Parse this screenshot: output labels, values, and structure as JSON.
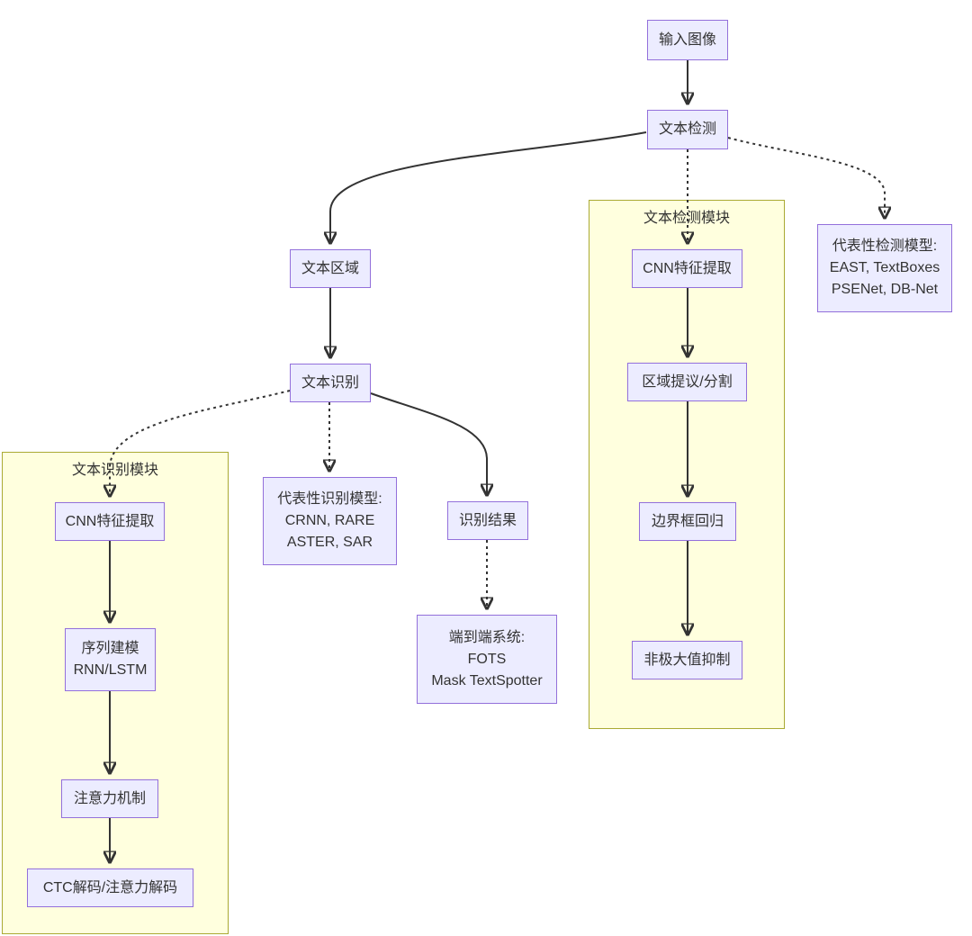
{
  "diagram": {
    "type": "flowchart",
    "language": "zh",
    "topic": "OCR text detection and recognition pipeline",
    "colors": {
      "node_fill": "#ECECFF",
      "node_border": "#9370DB",
      "subgraph_fill": "#FFFFDE",
      "subgraph_border": "#AAAA33",
      "edge": "#333333",
      "text": "#333333",
      "background": "#FFFFFF"
    },
    "subgraphs": {
      "detection_module": {
        "title": "文本检测模块"
      },
      "recognition_module": {
        "title": "文本识别模块"
      }
    },
    "nodes": {
      "input_image": {
        "label": "输入图像"
      },
      "text_detection": {
        "label": "文本检测"
      },
      "text_region": {
        "label": "文本区域"
      },
      "text_recognition": {
        "label": "文本识别"
      },
      "detection_models": {
        "label": "代表性检测模型:\nEAST, TextBoxes\nPSENet, DB-Net"
      },
      "det_cnn": {
        "label": "CNN特征提取"
      },
      "det_region_proposal": {
        "label": "区域提议/分割"
      },
      "det_bbox_regression": {
        "label": "边界框回归"
      },
      "det_nms": {
        "label": "非极大值抑制"
      },
      "recognition_models": {
        "label": "代表性识别模型:\nCRNN, RARE\nASTER, SAR"
      },
      "recognition_result": {
        "label": "识别结果"
      },
      "end_to_end": {
        "label": "端到端系统:\nFOTS\nMask TextSpotter"
      },
      "rec_cnn": {
        "label": "CNN特征提取"
      },
      "rec_sequence": {
        "label": "序列建模\nRNN/LSTM"
      },
      "rec_attention": {
        "label": "注意力机制"
      },
      "rec_ctc": {
        "label": "CTC解码/注意力解码"
      }
    },
    "edges": [
      {
        "from": "input_image",
        "to": "text_detection",
        "style": "solid"
      },
      {
        "from": "text_detection",
        "to": "text_region",
        "style": "solid"
      },
      {
        "from": "text_detection",
        "to": "det_cnn",
        "style": "dotted"
      },
      {
        "from": "text_detection",
        "to": "detection_models",
        "style": "dotted"
      },
      {
        "from": "text_region",
        "to": "text_recognition",
        "style": "solid"
      },
      {
        "from": "text_recognition",
        "to": "rec_cnn",
        "style": "dotted"
      },
      {
        "from": "text_recognition",
        "to": "recognition_models",
        "style": "dotted"
      },
      {
        "from": "text_recognition",
        "to": "recognition_result",
        "style": "solid"
      },
      {
        "from": "recognition_result",
        "to": "end_to_end",
        "style": "dotted"
      },
      {
        "from": "det_cnn",
        "to": "det_region_proposal",
        "style": "solid"
      },
      {
        "from": "det_region_proposal",
        "to": "det_bbox_regression",
        "style": "solid"
      },
      {
        "from": "det_bbox_regression",
        "to": "det_nms",
        "style": "solid"
      },
      {
        "from": "rec_cnn",
        "to": "rec_sequence",
        "style": "solid"
      },
      {
        "from": "rec_sequence",
        "to": "rec_attention",
        "style": "solid"
      },
      {
        "from": "rec_attention",
        "to": "rec_ctc",
        "style": "solid"
      }
    ]
  }
}
